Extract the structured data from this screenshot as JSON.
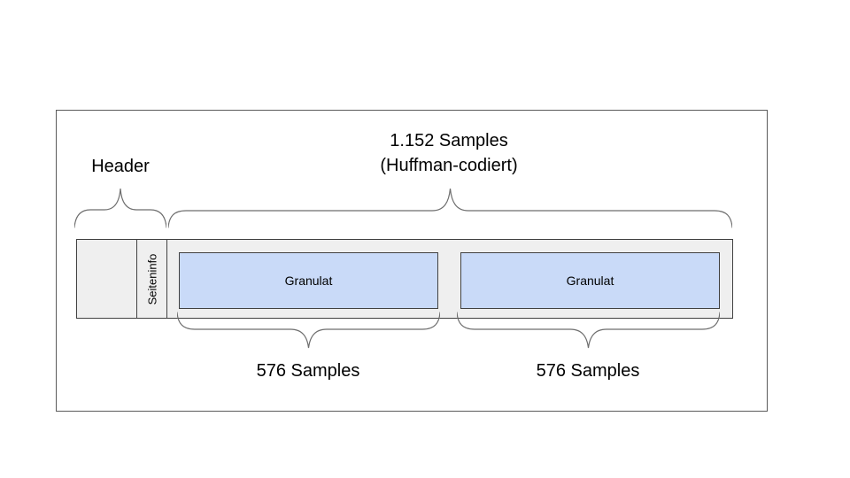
{
  "diagram": {
    "title_line1": "1.152 Samples",
    "title_line2": "(Huffman-codiert)",
    "header_label": "Header",
    "seiteninfo_label": "Seiteninfo",
    "granule1_label": "Granulat",
    "granule2_label": "Granulat",
    "samples_left_label": "576 Samples",
    "samples_right_label": "576 Samples",
    "colors": {
      "granule_fill": "#c9daf8",
      "bar_fill": "#efefef",
      "border": "#414141",
      "frame_border": "#5a5a5a",
      "brace": "#6e6e6e"
    }
  }
}
